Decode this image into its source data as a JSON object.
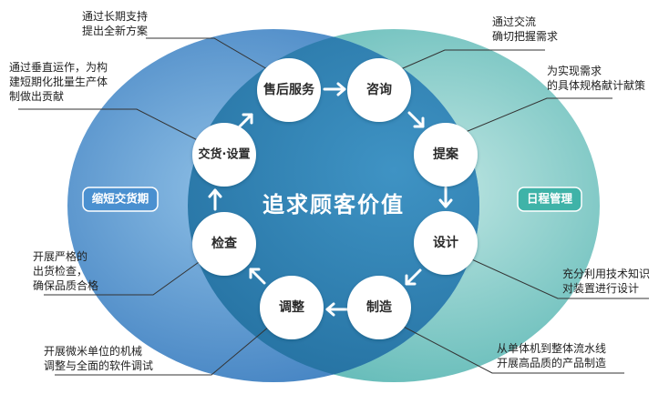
{
  "center_title": "追求顾客价值",
  "left_badge": "缩短交货期",
  "right_badge": "日程管理",
  "cycle_nodes": {
    "after_sales": "售后服务",
    "consult": "咨询",
    "proposal": "提案",
    "design": "设计",
    "manufacture": "制造",
    "adjust": "调整",
    "inspect": "检查",
    "delivery": "交货·设置"
  },
  "notes": {
    "after_sales": "通过长期支持\n提出全新方案",
    "consult": "通过交流\n确切把握需求",
    "proposal": "为实现需求\n的具体规格献计献策",
    "design": "充分利用技术知识\n对装置进行设计",
    "manufacture": "从单体机到整体流水线\n开展高品质的产品制造",
    "adjust": "开展微米单位的机械\n调整与全面的软件调试",
    "inspect": "开展严格的\n出货检查，\n确保品质合格",
    "delivery": "通过垂直运作，为构\n建短期化批量生产体\n制做出贡献"
  },
  "colors": {
    "left_ellipse": "#4d8fc9",
    "right_ellipse": "#6cc0be",
    "overlap": "#3b8ebd",
    "node_fill": "#ffffff",
    "arrow": "#ffffff",
    "leader_line": "#333333"
  }
}
